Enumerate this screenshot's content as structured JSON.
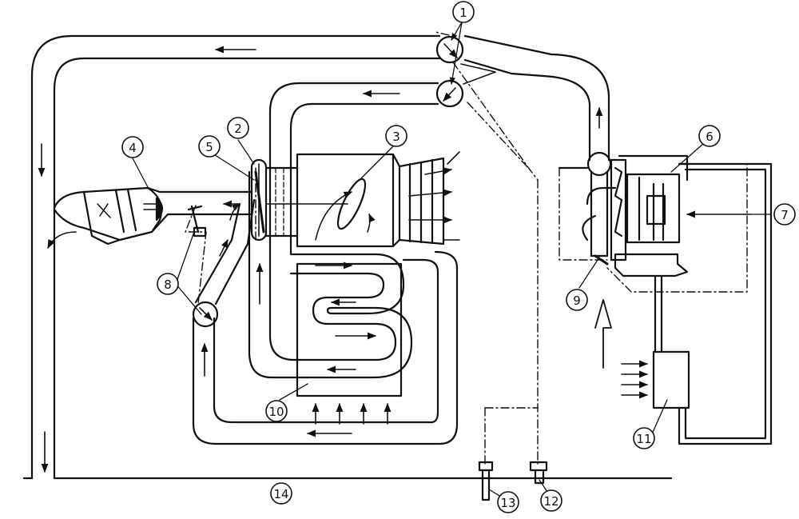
{
  "colors": {
    "ink": "#111111",
    "paper": "#ffffff"
  },
  "labels": [
    {
      "id": "1",
      "text": "1"
    },
    {
      "id": "2",
      "text": "2"
    },
    {
      "id": "3",
      "text": "3"
    },
    {
      "id": "4",
      "text": "4"
    },
    {
      "id": "5",
      "text": "5"
    },
    {
      "id": "6",
      "text": "6"
    },
    {
      "id": "7",
      "text": "7"
    },
    {
      "id": "8",
      "text": "8"
    },
    {
      "id": "9",
      "text": "9"
    },
    {
      "id": "10",
      "text": "10"
    },
    {
      "id": "11",
      "text": "11"
    },
    {
      "id": "12",
      "text": "12"
    },
    {
      "id": "13",
      "text": "13"
    },
    {
      "id": "14",
      "text": "14"
    }
  ]
}
